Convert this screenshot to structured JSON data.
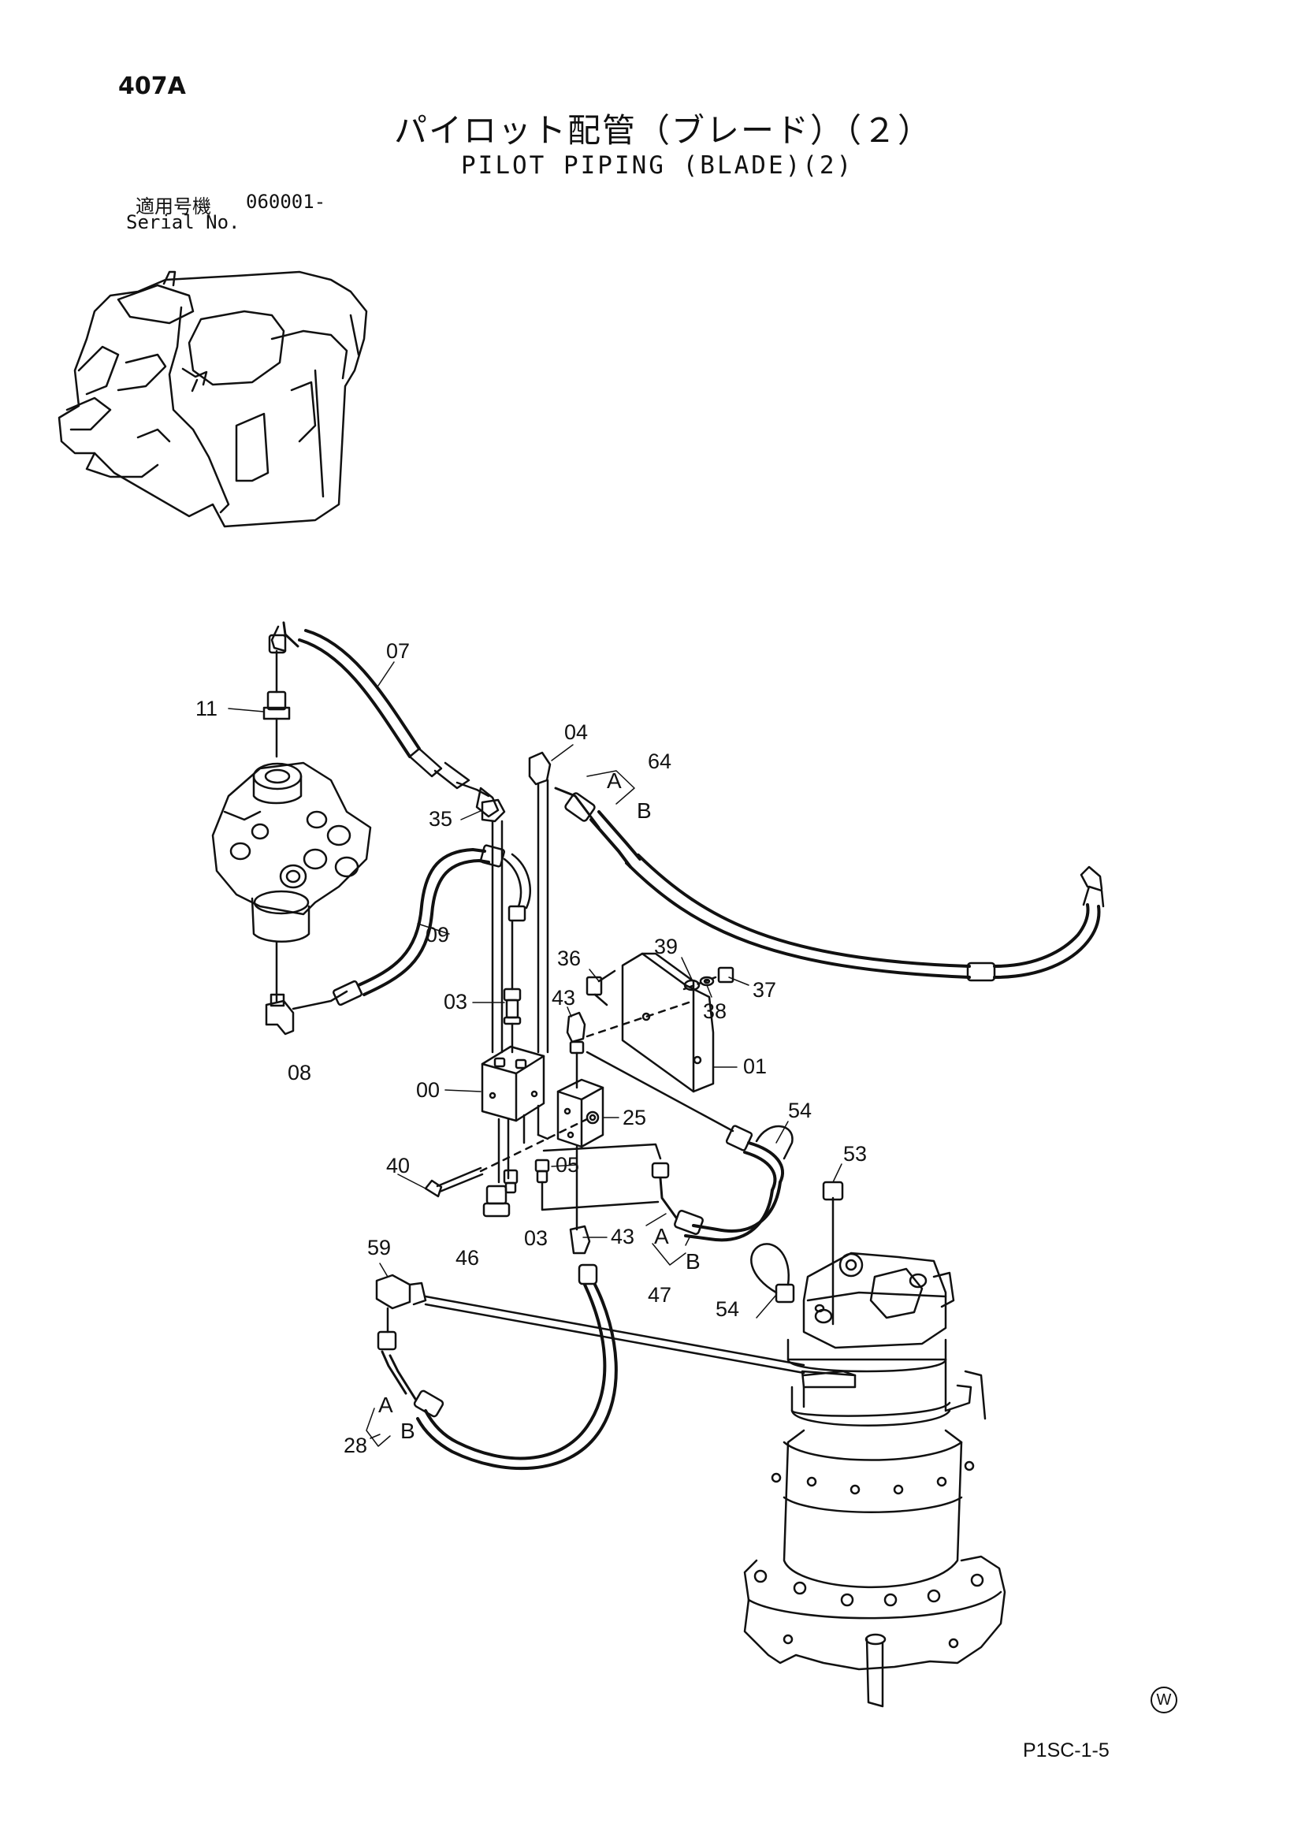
{
  "page_number": "407A",
  "title_jp": "パイロット配管（ブレード）（２）",
  "title_en": "PILOT PIPING (BLADE)(2)",
  "serial_label_jp": "適用号機",
  "serial_value": "060001-",
  "serial_label_en": "Serial No.",
  "callouts": {
    "c07": "07",
    "c11": "11",
    "c04": "04",
    "c64": "64",
    "c35": "35",
    "c09": "09",
    "c36": "36",
    "c39": "39",
    "c37": "37",
    "c38": "38",
    "c03a": "03",
    "c43a": "43",
    "c01": "01",
    "c08": "08",
    "c00": "00",
    "c25": "25",
    "c54a": "54",
    "c53": "53",
    "c40": "40",
    "c05": "05",
    "c03b": "03",
    "c46": "46",
    "c43b": "43",
    "c59": "59",
    "c47": "47",
    "c54b": "54",
    "c28": "28"
  },
  "hose_end_labels": {
    "a64": "A",
    "b64": "B",
    "a47": "A",
    "b47": "B",
    "a28": "A",
    "b28": "B"
  },
  "w_mark": "W",
  "drawing_code": "P1SC-1-5"
}
